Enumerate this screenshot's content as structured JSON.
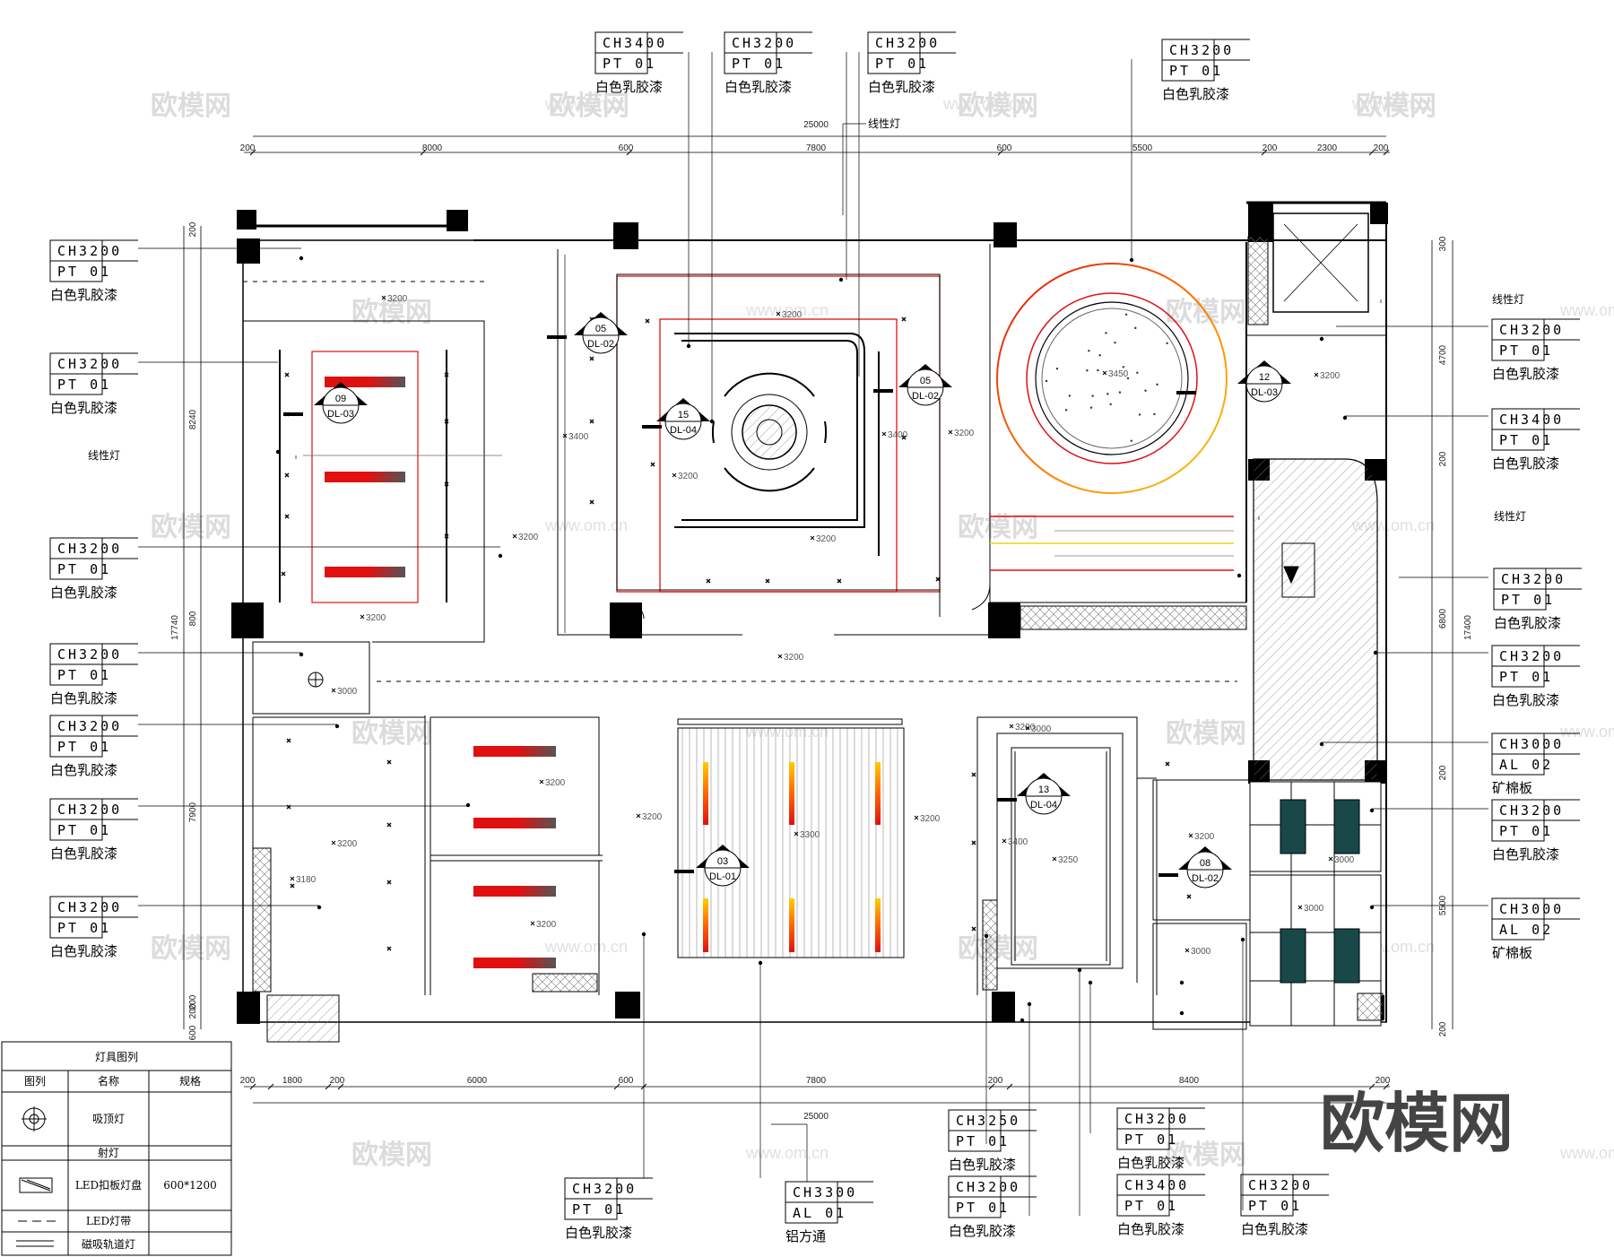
{
  "tags": [
    {
      "code": "CH3400",
      "mat": "PT 01",
      "name": "白色乳胶漆"
    },
    {
      "code": "CH3200",
      "mat": "PT 01",
      "name": "白色乳胶漆"
    },
    {
      "code": "CH3200",
      "mat": "PT 01",
      "name": "白色乳胶漆"
    },
    {
      "code": "CH3200",
      "mat": "PT 01",
      "name": "白色乳胶漆"
    },
    {
      "code": "CH3200",
      "mat": "PT 01",
      "name": "白色乳胶漆"
    },
    {
      "code": "CH3200",
      "mat": "PT 01",
      "name": "白色乳胶漆"
    },
    {
      "code": "CH3200",
      "mat": "PT 01",
      "name": "白色乳胶漆"
    },
    {
      "code": "CH3200",
      "mat": "PT 01",
      "name": "白色乳胶漆"
    },
    {
      "code": "CH3200",
      "mat": "PT 01",
      "name": "白色乳胶漆"
    },
    {
      "code": "CH3200",
      "mat": "PT 01",
      "name": "白色乳胶漆"
    },
    {
      "code": "CH3200",
      "mat": "PT 01",
      "name": "白色乳胶漆"
    },
    {
      "code": "CH3200",
      "mat": "PT 01",
      "name": "白色乳胶漆"
    },
    {
      "code": "CH3400",
      "mat": "PT 01",
      "name": "白色乳胶漆"
    },
    {
      "code": "CH3200",
      "mat": "PT 01",
      "name": "白色乳胶漆"
    },
    {
      "code": "CH3200",
      "mat": "PT 01",
      "name": "白色乳胶漆"
    },
    {
      "code": "CH3000",
      "mat": "AL 02",
      "name": "矿棉板"
    },
    {
      "code": "CH3200",
      "mat": "PT 01",
      "name": "白色乳胶漆"
    },
    {
      "code": "CH3000",
      "mat": "AL 02",
      "name": "矿棉板"
    },
    {
      "code": "CH3200",
      "mat": "PT 01",
      "name": "白色乳胶漆"
    },
    {
      "code": "CH3300",
      "mat": "AL 01",
      "name": "铝方通"
    },
    {
      "code": "CH3250",
      "mat": "PT 01",
      "name": "白色乳胶漆"
    },
    {
      "code": "CH3200",
      "mat": "PT 01",
      "name": "白色乳胶漆"
    },
    {
      "code": "CH3200",
      "mat": "PT 01",
      "name": "白色乳胶漆"
    },
    {
      "code": "CH3400",
      "mat": "PT 01",
      "name": "白色乳胶漆"
    },
    {
      "code": "CH3200",
      "mat": "PT 01",
      "name": "白色乳胶漆"
    }
  ],
  "callouts": [
    {
      "text": "线性灯"
    },
    {
      "text": "线性灯"
    },
    {
      "text": "线性灯"
    },
    {
      "text": "线性灯"
    }
  ],
  "dims": {
    "top": [
      "25000",
      "200",
      "8000",
      "600",
      "7800",
      "600",
      "5500",
      "200",
      "2300",
      "200"
    ],
    "bottom": [
      "200",
      "1800",
      "200",
      "6000",
      "600",
      "7800",
      "200",
      "8400",
      "200",
      "25000"
    ],
    "left": [
      "200",
      "8240",
      "800",
      "17740",
      "7900",
      "200",
      "600",
      "200"
    ],
    "right": [
      "300",
      "4700",
      "200",
      "6800",
      "17400",
      "200",
      "5500",
      "200"
    ]
  },
  "heights": [
    "3200",
    "3200",
    "3400",
    "3200",
    "3200",
    "3400",
    "3200",
    "3450",
    "3200",
    "3200",
    "3200",
    "3000",
    "3200",
    "3200",
    "3200",
    "3180",
    "3200",
    "3300",
    "3200",
    "3200",
    "3200",
    "3400",
    "3250",
    "3200",
    "3000",
    "3000",
    "3000",
    "3000"
  ],
  "symbols": [
    {
      "num": "05",
      "ref": "DL-02"
    },
    {
      "num": "09",
      "ref": "DL-03"
    },
    {
      "num": "15",
      "ref": "DL-04"
    },
    {
      "num": "05",
      "ref": "DL-02"
    },
    {
      "num": "12",
      "ref": "DL-03"
    },
    {
      "num": "03",
      "ref": "DL-01"
    },
    {
      "num": "13",
      "ref": "DL-04"
    },
    {
      "num": "08",
      "ref": "DL-02"
    }
  ],
  "legend": {
    "title": "灯具图列",
    "headers": [
      "图列",
      "名称",
      "规格"
    ],
    "rows": [
      {
        "name": "吸顶灯",
        "spec": ""
      },
      {
        "name": "射灯",
        "spec": ""
      },
      {
        "name": "LED扣板灯盘",
        "spec": "600*1200"
      },
      {
        "name": "LED灯带",
        "spec": ""
      },
      {
        "name": "磁吸轨道灯",
        "spec": ""
      }
    ]
  },
  "watermark": {
    "brand": "欧模网",
    "url": "www.om.cn"
  },
  "colors": {
    "red": "#e01010",
    "yellow": "#f0d020",
    "orange": "#ff8800",
    "teal": "#184848"
  }
}
